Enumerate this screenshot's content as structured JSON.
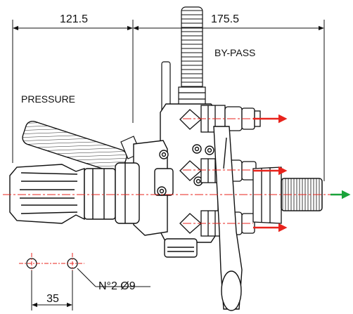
{
  "dimensions": {
    "left_width": "121.5",
    "right_width": "175.5",
    "hole_spacing": "35",
    "hole_note": "N°2 Ø9"
  },
  "labels": {
    "pressure": "PRESSURE",
    "bypass": "BY-PASS"
  },
  "colors": {
    "line": "#111111",
    "flow_arrow": "#e8231c",
    "outlet_arrow": "#1aa33a",
    "background": "#ffffff"
  },
  "icons": {
    "flow_arrow": "red-arrow-right",
    "outlet_arrow": "green-arrow-right"
  }
}
